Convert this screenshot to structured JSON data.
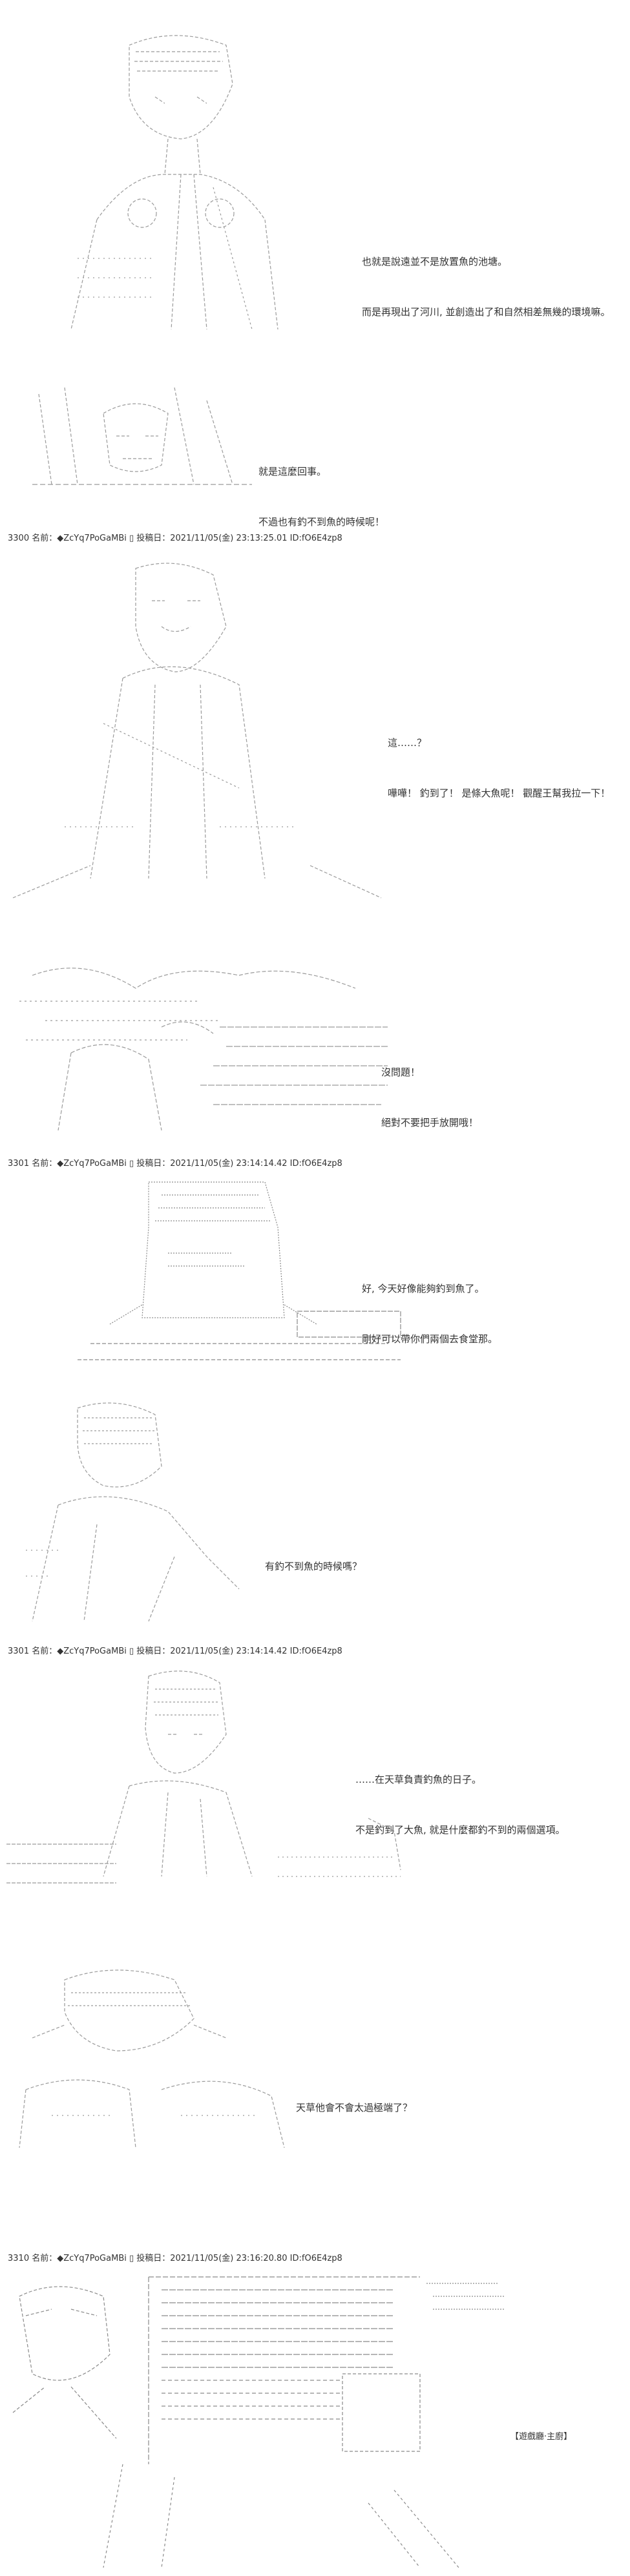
{
  "posts": [
    {
      "header": "",
      "scenes": [
        {
          "lines": [
            "也就是說遠並不是放置魚的池塘。",
            "而是再現出了河川, 並創造出了和自然相差無幾的環境嘛。"
          ]
        },
        {
          "lines": [
            "就是這麼回事。",
            "不過也有釣不到魚的時候呢！"
          ]
        }
      ]
    },
    {
      "header": "3300 名前：◆ZcYq7PoGaMBi ▯ 投稿日：2021/11/05(金) 23:13:25.01 ID:fO6E4zp8",
      "scenes": [
        {
          "lines": [
            "這……？",
            "嘩嘩！ 釣到了！ 是條大魚呢！ 觀醒王幫我拉一下！"
          ]
        },
        {
          "lines": [
            "沒問題！",
            "絕對不要把手放開哦！"
          ]
        }
      ]
    },
    {
      "header": "3301 名前：◆ZcYq7PoGaMBi ▯ 投稿日：2021/11/05(金) 23:14:14.42 ID:fO6E4zp8",
      "scenes": [
        {
          "lines": [
            "好, 今天好像能夠釣到魚了。",
            "剛好可以帶你們兩個去食堂那。"
          ]
        },
        {
          "lines": [
            "有釣不到魚的時候嗎？"
          ]
        }
      ]
    },
    {
      "header": "3301 名前：◆ZcYq7PoGaMBi ▯ 投稿日：2021/11/05(金) 23:14:14.42 ID:fO6E4zp8",
      "scenes": [
        {
          "lines": [
            "……在天草負責釣魚的日子。",
            "不是釣到了大魚, 就是什麼都釣不到的兩個選項。"
          ]
        },
        {
          "lines": [
            "天草他會不會太過極端了？"
          ]
        }
      ]
    },
    {
      "header": "3310 名前：◆ZcYq7PoGaMBi ▯ 投稿日：2021/11/05(金) 23:16:20.80 ID:fO6E4zp8",
      "scenes": [
        {
          "lines": [
            "【遊戲廳‧主廚】"
          ]
        }
      ]
    }
  ]
}
